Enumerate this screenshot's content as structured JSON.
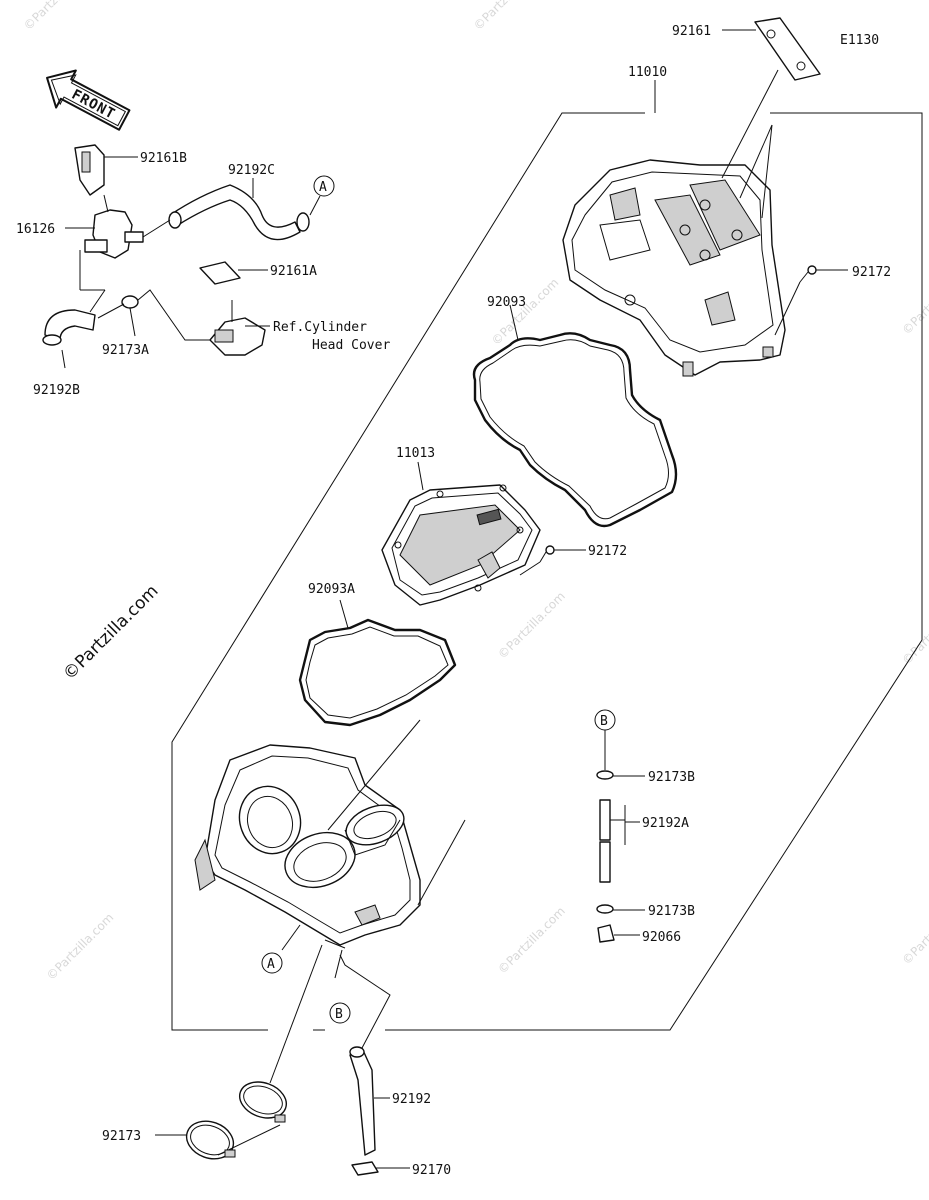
{
  "diagram_code": "E1130",
  "front_label": "FRONT",
  "watermark": "©Partzilla.com",
  "labels": {
    "p92161": "92161",
    "p11010": "11010",
    "p92161B": "92161B",
    "p92192C": "92192C",
    "pA_top": "A",
    "p16126": "16126",
    "p92161A": "92161A",
    "p92172_top": "92172",
    "p92093": "92093",
    "ref_cylinder": "Ref.Cylinder",
    "head_cover": "Head Cover",
    "p92173A": "92173A",
    "p92192B": "92192B",
    "p11013": "11013",
    "p92172_mid": "92172",
    "p92093A": "92093A",
    "pB_right": "B",
    "p92173B_1": "92173B",
    "p92192A": "92192A",
    "p92173B_2": "92173B",
    "p92066": "92066",
    "pA_bottom": "A",
    "pB_bottom": "B",
    "p92192": "92192",
    "p92173": "92173",
    "p92170": "92170"
  }
}
